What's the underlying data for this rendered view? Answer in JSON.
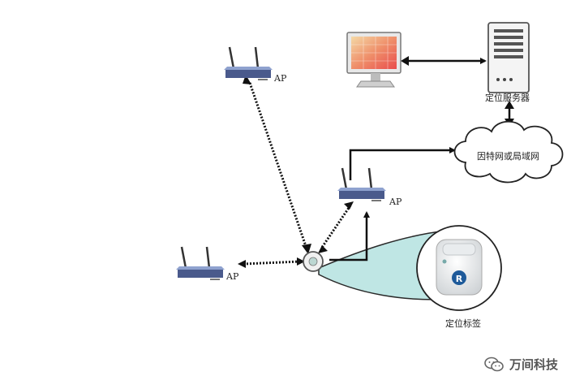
{
  "labels": {
    "ap_top": "AP",
    "ap_middle": "AP",
    "ap_left": "AP",
    "server": "定位服务器",
    "cloud": "因特网或局域网",
    "tag": "定位标签"
  },
  "watermark": {
    "text": "万间科技",
    "icon": "wechat-icon"
  },
  "colors": {
    "router_body": "#4a5a8c",
    "router_front": "#8fa2cf",
    "connector": "#1a1a1a",
    "beam": "#bfe6e4",
    "beam_stroke": "#2a2a2a",
    "tag_ring": "#1e5a9a"
  }
}
